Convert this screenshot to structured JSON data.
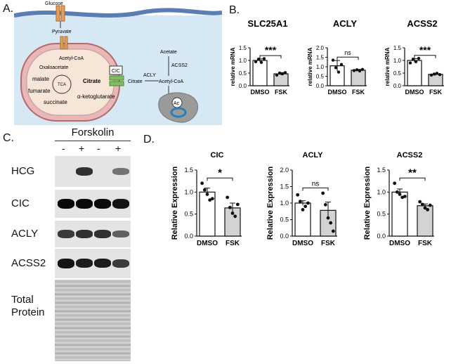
{
  "panel_labels": {
    "a": "A.",
    "b": "B.",
    "c": "C.",
    "d": "D."
  },
  "schematic": {
    "glucose": "Glucose",
    "pyruvate": "Pyruvate",
    "acetyl_coa_mito": "Acetyl-CoA",
    "oxaloacetate": "Oxaloacetate",
    "citrate_mito": "Citrate",
    "malate": "malate",
    "tca": "TCA",
    "fumarate": "fumarate",
    "succinate": "succinate",
    "akg": "α-ketoglutarate",
    "cic": "CIC",
    "citrate_cyto": "Citrate",
    "acly": "ACLY",
    "acetyl_coa_cyto": "Acetyl-CoA",
    "acetate": "Acetate",
    "acss2": "ACSS2",
    "ac": "Ac"
  },
  "blot": {
    "treatment": "Forskolin",
    "lane_signs": [
      "-",
      "+",
      "-",
      "+"
    ],
    "rows": [
      {
        "label": "HCG",
        "intensity": [
          0.0,
          0.8,
          0.0,
          0.45
        ]
      },
      {
        "label": "CIC",
        "intensity": [
          1.0,
          1.0,
          1.0,
          0.95
        ]
      },
      {
        "label": "ACLY",
        "intensity": [
          0.75,
          0.8,
          0.8,
          0.55
        ]
      },
      {
        "label": "ACSS2",
        "intensity": [
          0.95,
          0.9,
          0.9,
          0.75
        ]
      },
      {
        "label": "Total\nProtein",
        "intensity": []
      }
    ]
  },
  "chart_data": [
    {
      "type": "bar",
      "panel": "B",
      "title": "SLC25A1",
      "ylabel": "relative mRNA",
      "categories": [
        "DMSO",
        "FSK"
      ],
      "values": [
        1.0,
        0.47
      ],
      "errors": [
        0.06,
        0.05
      ],
      "ylim": [
        0,
        1.5
      ],
      "yticks": [
        0.0,
        0.5,
        1.0,
        1.5
      ],
      "points": [
        [
          0.95,
          1.05,
          0.92,
          1.07
        ],
        [
          0.42,
          0.5,
          0.47,
          0.52
        ]
      ],
      "significance": "***"
    },
    {
      "type": "bar",
      "panel": "B",
      "title": "ACLY",
      "ylabel": "relative mRNA",
      "categories": [
        "DMSO",
        "FSK"
      ],
      "values": [
        1.05,
        0.82
      ],
      "errors": [
        0.28,
        0.04
      ],
      "ylim": [
        0,
        2.0
      ],
      "yticks": [
        0.0,
        0.5,
        1.0,
        1.5,
        2.0
      ],
      "points": [
        [
          1.35,
          0.95,
          0.72,
          1.12
        ],
        [
          0.8,
          0.84,
          0.78,
          0.86
        ]
      ],
      "significance": "ns"
    },
    {
      "type": "bar",
      "panel": "B",
      "title": "ACSS2",
      "ylabel": "relative mRNA",
      "categories": [
        "DMSO",
        "FSK"
      ],
      "values": [
        1.0,
        0.45
      ],
      "errors": [
        0.07,
        0.04
      ],
      "ylim": [
        0,
        1.5
      ],
      "yticks": [
        0.0,
        0.5,
        1.0,
        1.5
      ],
      "points": [
        [
          0.9,
          1.05,
          0.95,
          1.08
        ],
        [
          0.42,
          0.46,
          0.49,
          0.44
        ]
      ],
      "significance": "***"
    },
    {
      "type": "bar",
      "panel": "D",
      "title": "CIC",
      "ylabel": "Relative Expression",
      "categories": [
        "DMSO",
        "FSK"
      ],
      "values": [
        1.0,
        0.64
      ],
      "errors": [
        0.09,
        0.11
      ],
      "ylim": [
        0,
        1.5
      ],
      "yticks": [
        0.0,
        0.5,
        1.0,
        1.5
      ],
      "points": [
        [
          1.2,
          1.05,
          0.95,
          0.82,
          0.85
        ],
        [
          0.88,
          0.65,
          0.52,
          0.45,
          0.72
        ]
      ],
      "significance": "*"
    },
    {
      "type": "bar",
      "panel": "D",
      "title": "ACLY",
      "ylabel": "Relative Expression",
      "categories": [
        "DMSO",
        "FSK"
      ],
      "values": [
        1.0,
        0.78
      ],
      "errors": [
        0.07,
        0.25
      ],
      "ylim": [
        0,
        2.0
      ],
      "yticks": [
        0.0,
        0.5,
        1.0,
        1.5,
        2.0
      ],
      "points": [
        [
          1.25,
          1.05,
          0.8,
          0.9,
          1.0
        ],
        [
          1.3,
          0.95,
          0.55,
          0.4,
          0.15
        ]
      ],
      "significance": "ns"
    },
    {
      "type": "bar",
      "panel": "D",
      "title": "ACSS2",
      "ylabel": "Relative Expression",
      "categories": [
        "DMSO",
        "FSK"
      ],
      "values": [
        1.0,
        0.69
      ],
      "errors": [
        0.07,
        0.04
      ],
      "ylim": [
        0,
        1.5
      ],
      "yticks": [
        0.0,
        0.5,
        1.0,
        1.5
      ],
      "points": [
        [
          1.2,
          1.0,
          0.95,
          0.88,
          0.9
        ],
        [
          0.78,
          0.72,
          0.64,
          0.6,
          0.7
        ]
      ],
      "significance": "**"
    }
  ]
}
